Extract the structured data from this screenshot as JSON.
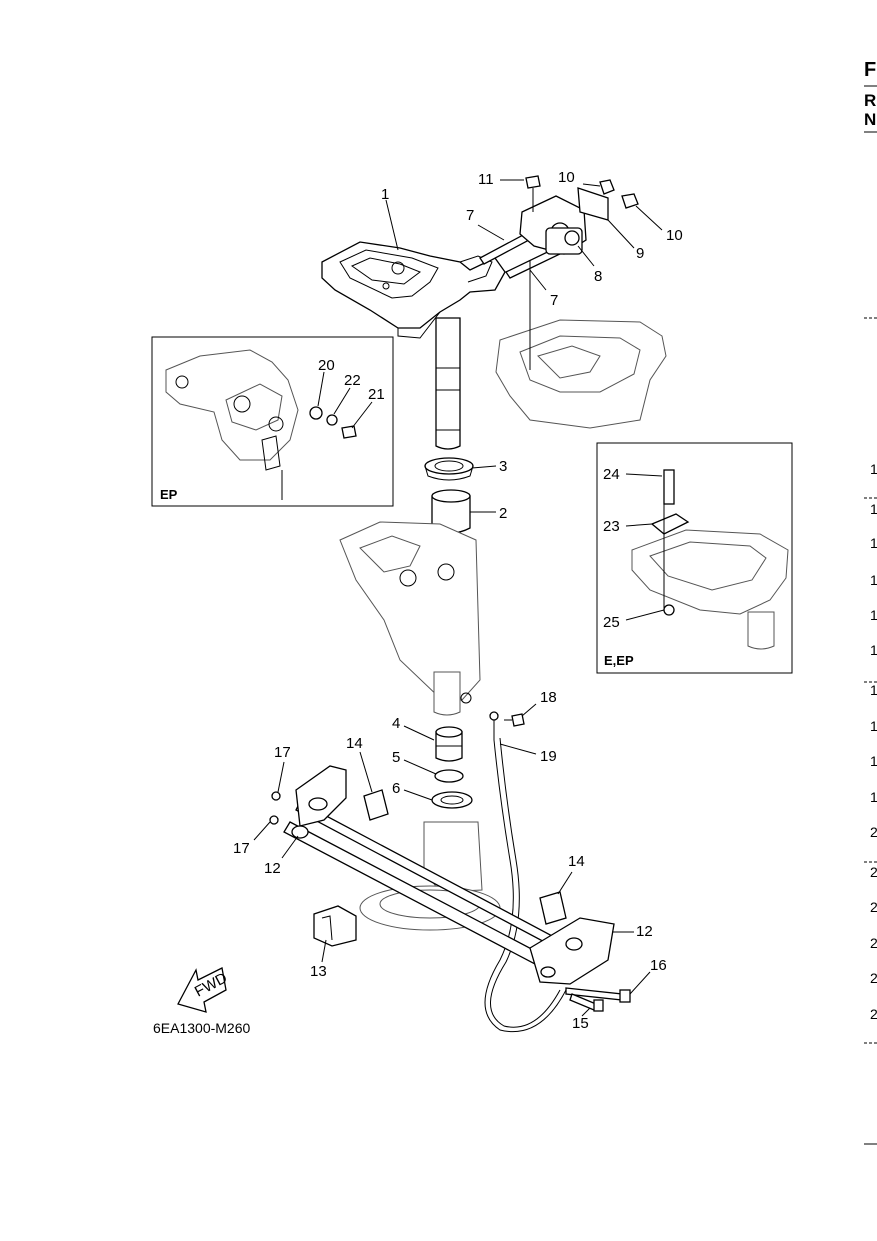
{
  "diagram": {
    "code": "6EA1300-M260",
    "fwd_label": "FWD",
    "part_labels": [
      "1",
      "2",
      "3",
      "4",
      "5",
      "6",
      "7",
      "7",
      "8",
      "9",
      "10",
      "10",
      "11",
      "12",
      "12",
      "13",
      "14",
      "14",
      "15",
      "16",
      "17",
      "17",
      "18",
      "19"
    ],
    "insets": [
      {
        "tag": "EP",
        "labels": [
          "20",
          "22",
          "21"
        ]
      },
      {
        "tag": "E,EP",
        "labels": [
          "24",
          "23",
          "25"
        ]
      }
    ]
  },
  "right_edge": {
    "header_letters": [
      "F",
      "R",
      "N"
    ],
    "row_fragments": [
      "1",
      "1",
      "1",
      "1",
      "1",
      "1",
      "1",
      "1",
      "1",
      "1",
      "2",
      "2",
      "2",
      "2",
      "2",
      "2"
    ]
  }
}
